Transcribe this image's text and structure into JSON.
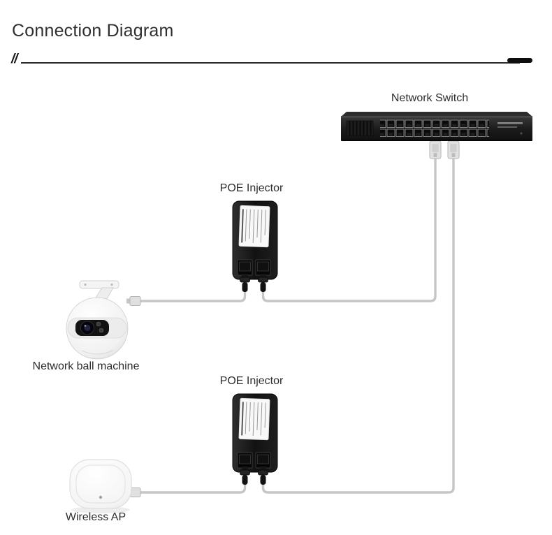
{
  "header": {
    "title": "Connection Diagram",
    "rule_glyph": "//"
  },
  "labels": {
    "network_switch": "Network Switch",
    "poe_injector_top": "POE Injector",
    "poe_injector_bottom": "POE Injector",
    "camera": "Network ball machine",
    "wireless_ap": "Wireless AP"
  },
  "colors": {
    "background": "#ffffff",
    "title_text": "#2f2f2f",
    "label_text": "#2d2d2d",
    "cable": "#c6c6c6",
    "device_body": "#161616",
    "connector_gray": "#e0e0e0",
    "rule_black": "#0d0d0d"
  }
}
